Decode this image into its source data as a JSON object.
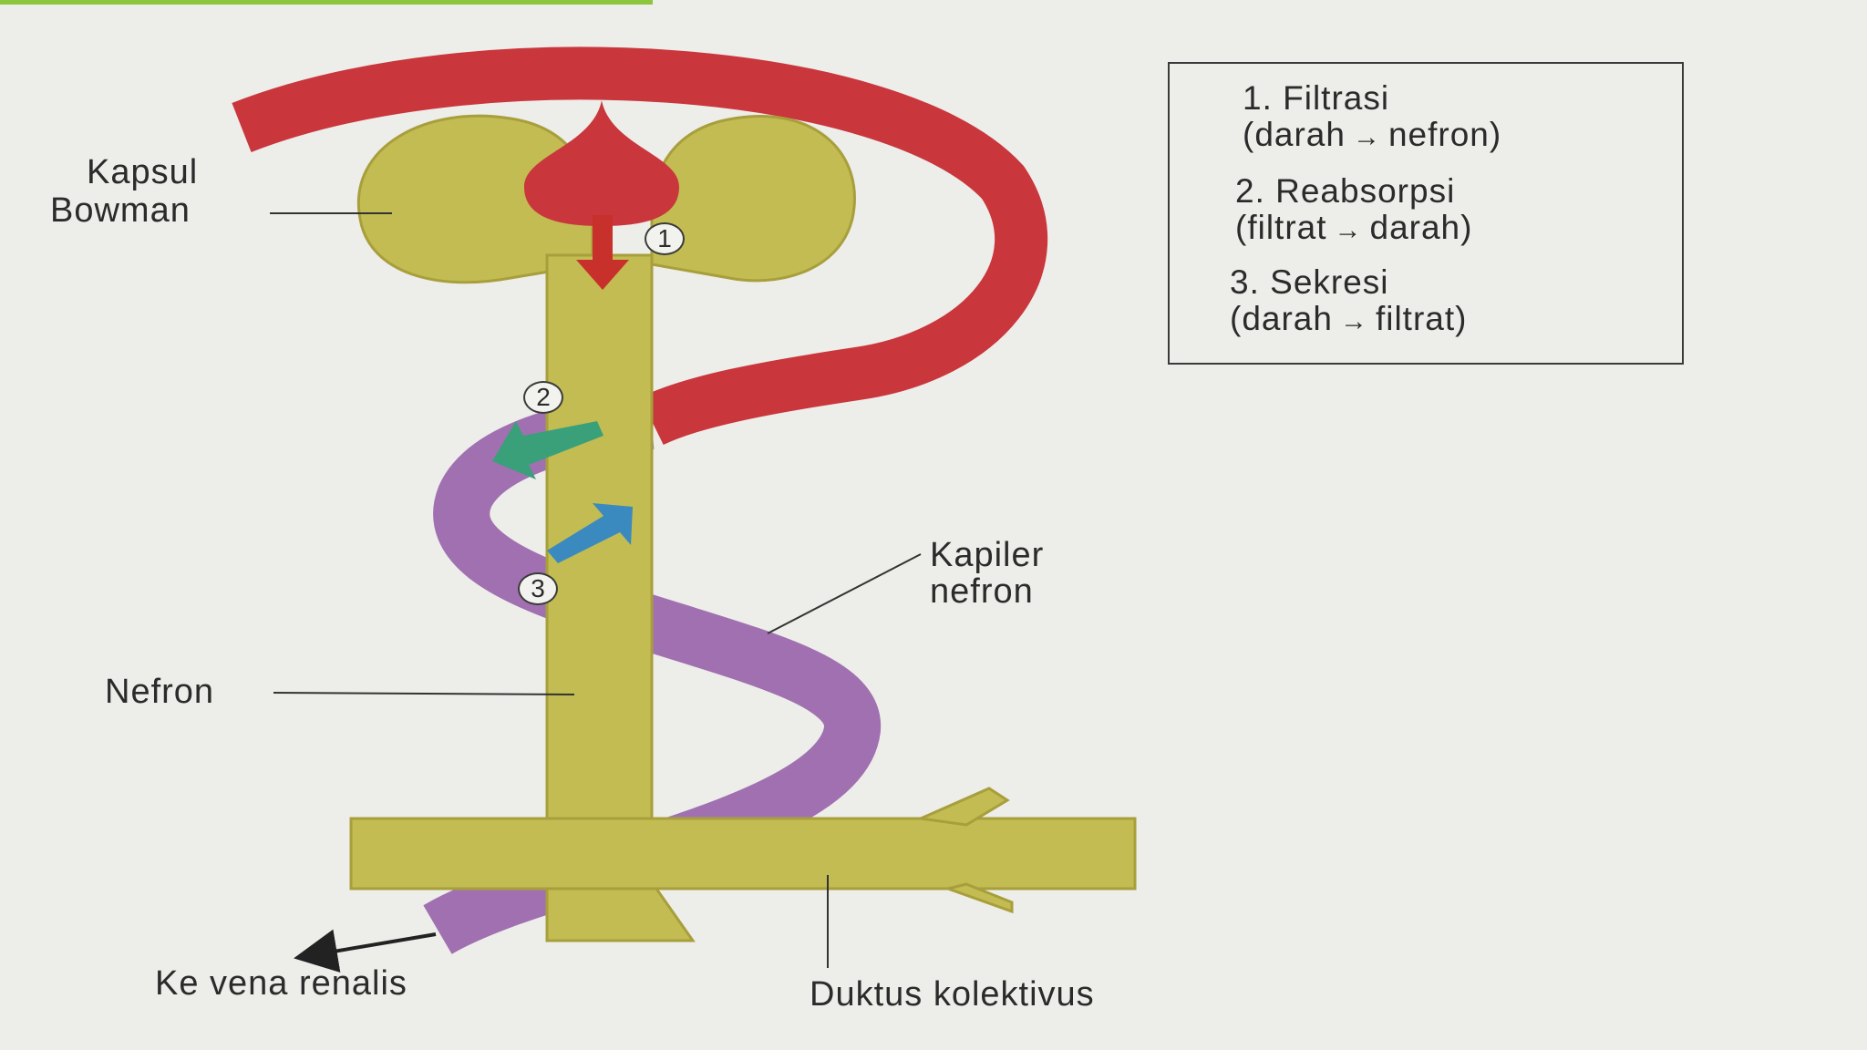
{
  "colors": {
    "accent": "#8cc63f",
    "background": "#ededea",
    "nephron": "#c2bc52",
    "artery": "#c9363c",
    "capillary": "#a070b0",
    "filtration_arrow": "#c8302b",
    "reabsorption_arrow": "#3aa07a",
    "secretion_arrow": "#3a8ac0"
  },
  "labels": {
    "kapsul_bowman_1": "Kapsul",
    "kapsul_bowman_2": "Bowman",
    "kapiler_nefron_1": "Kapiler",
    "kapiler_nefron_2": "nefron",
    "nefron": "Nefron",
    "ke_vena_renalis": "Ke vena renalis",
    "duktus_kolektivus": "Duktus kolektivus"
  },
  "markers": {
    "one": "1",
    "two": "2",
    "three": "3"
  },
  "legend": [
    {
      "title": "1. Filtrasi",
      "from": "(darah",
      "arrow": "→",
      "to": "nefron)"
    },
    {
      "title": "2. Reabsorpsi",
      "from": "(filtrat",
      "arrow": "→",
      "to": "darah)"
    },
    {
      "title": "3. Sekresi",
      "from": "(darah",
      "arrow": "→",
      "to": "filtrat)"
    }
  ]
}
